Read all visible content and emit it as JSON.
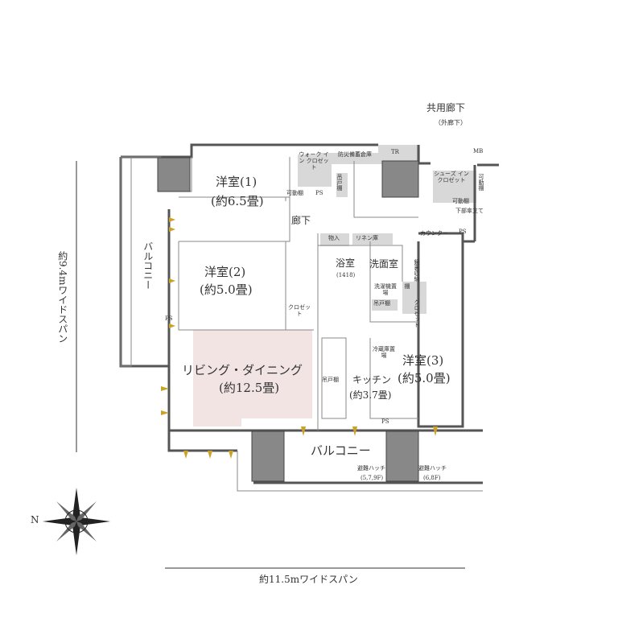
{
  "corridor": {
    "title": "共用廊下",
    "subtitle": "（外廊下）",
    "mb": "MB",
    "tr": "TR",
    "storage": "防災備蓄倉庫"
  },
  "rooms": {
    "western1": {
      "name": "洋室(1)",
      "size": "(約6.5畳)"
    },
    "western2": {
      "name": "洋室(2)",
      "size": "(約5.0畳)"
    },
    "western3": {
      "name": "洋室(3)",
      "size": "(約5.0畳)"
    },
    "living": {
      "name": "リビング・ダイニング",
      "size": "(約12.5畳)"
    },
    "kitchen": {
      "name": "キッチン",
      "size": "(約3.7畳)"
    },
    "bath": {
      "name": "浴室",
      "size": "(1418)"
    },
    "washroom": "洗面室",
    "hallway": "廊下",
    "balcony_left": "バルコニー",
    "balcony_bottom": "バルコニー"
  },
  "fixtures": {
    "wic": "ウォーク イン クロゼット",
    "hanging_shelf": "吊戸棚",
    "movable_shelf": "可動棚",
    "ps": "PS",
    "sic": "シューズ イン クロゼット",
    "movable_shelf2": "可動棚",
    "movable_shelf3": "可動棚",
    "umbrella": "下部傘立て",
    "counter": "カウンター",
    "storage": "物入",
    "linen": "リネン庫",
    "washer": "洗濯機置場",
    "washer_shelf": "吊戸棚",
    "shelf": "棚",
    "mirror": "鏡裏収納",
    "closet": "クロゼット",
    "closet2": "クロゼット",
    "fridge": "冷蔵庫置場",
    "kitchen_shelf": "吊戸棚",
    "hatch1": "避難ハッチ",
    "hatch1_floors": "(5,7,9F)",
    "hatch2": "避難ハッチ",
    "hatch2_floors": "(6,8F)"
  },
  "dimensions": {
    "vertical": "約9.4mワイドスパン",
    "horizontal": "約11.5mワイドスパン"
  },
  "compass": "N",
  "colors": {
    "wall": "#555555",
    "pillar": "#888888",
    "closet": "#d6d6d6",
    "living": "#f3e4e4",
    "window": "#c9a227"
  }
}
